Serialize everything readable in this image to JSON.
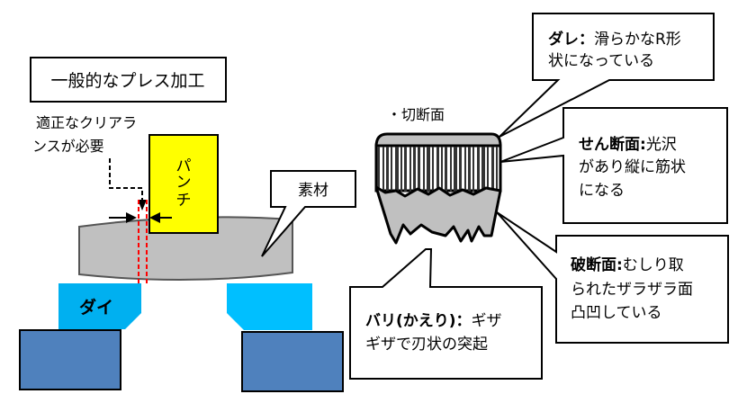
{
  "left_diagram": {
    "title": "一般的なプレス加工",
    "clearance_note": [
      "適正なクリアラ",
      "ンスが必要"
    ],
    "punch_label": [
      "パ",
      "ン",
      "チ"
    ],
    "material_label": "素材",
    "die_label": "ダイ"
  },
  "right_diagram": {
    "section_title": "・切断面",
    "callouts": [
      {
        "term": "ダレ：",
        "lines": [
          "滑らかなR形",
          "状になっている"
        ]
      },
      {
        "term": "せん断面:",
        "lines": [
          "光沢",
          "があり縦に筋状",
          "になる"
        ]
      },
      {
        "term": "破断面:",
        "lines": [
          "むしり取",
          "られたザラザラ面",
          "凸凹している"
        ]
      },
      {
        "term": "バリ(かえり)：",
        "lines": [
          "ギザ",
          "ギザで刃状の突起"
        ]
      }
    ]
  },
  "colors": {
    "punch": "#ffff00",
    "material": "#c0c0c0",
    "die": "#00b0f0",
    "holder": "#4f81bd",
    "clearance_line": "#ff0000",
    "section_face": "#c0c0c0",
    "stroke": "#000000"
  }
}
